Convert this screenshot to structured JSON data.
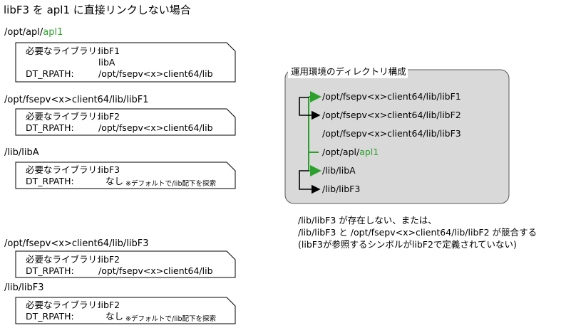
{
  "title": "libF3 を apl1 に直接リンクしない場合",
  "accent_color": "#2ca02c",
  "sections": [
    {
      "path_prefix": "/opt/apl/",
      "path_highlight": "apl1",
      "needed_label": "必要なライブラリ:",
      "needed_libs": [
        "libF1",
        "libA"
      ],
      "rpath_label": "DT_RPATH:",
      "rpath_value": "/opt/fsepv<x>client64/lib"
    },
    {
      "path": "/opt/fsepv<x>client64/lib/libF1",
      "needed_label": "必要なライブラリ:",
      "needed_lib": "libF2",
      "rpath_label": "DT_RPATH:",
      "rpath_value": "/opt/fsepv<x>client64/lib"
    },
    {
      "path": "/lib/libA",
      "needed_label": "必要なライブラリ:",
      "needed_lib": "libF3",
      "rpath_label": "DT_RPATH:",
      "rpath_value": "なし",
      "note": "※デフォルトで/lib配下を探索"
    },
    {
      "path": "/opt/fsepv<x>client64/lib/libF3",
      "needed_label": "必要なライブラリ:",
      "needed_lib": "libF2",
      "rpath_label": "DT_RPATH:",
      "rpath_value": "/opt/fsepv<x>client64/lib"
    },
    {
      "path": "/lib/libF3",
      "needed_label": "必要なライブラリ:",
      "needed_lib": "libF2",
      "rpath_label": "DT_RPATH:",
      "rpath_value": "なし",
      "note": "※デフォルトで/lib配下を探索"
    }
  ],
  "env_panel": {
    "title": "運用環境のディレクトリ構成",
    "entries": [
      "/opt/fsepv<x>client64/lib/libF1",
      "/opt/fsepv<x>client64/lib/libF2",
      "/opt/fsepv<x>client64/lib/libF3"
    ],
    "apl_prefix": "/opt/apl/",
    "apl_highlight": "apl1",
    "lib_entries": [
      "/lib/libA",
      "/lib/libF3"
    ]
  },
  "footnote": [
    "/lib/libF3 が存在しない、または、",
    "/lib/libF3 と /opt/fsepv<x>client64/lib/libF2 が競合する",
    "(libF3が参照するシンボルがlibF2で定義されていない)"
  ]
}
